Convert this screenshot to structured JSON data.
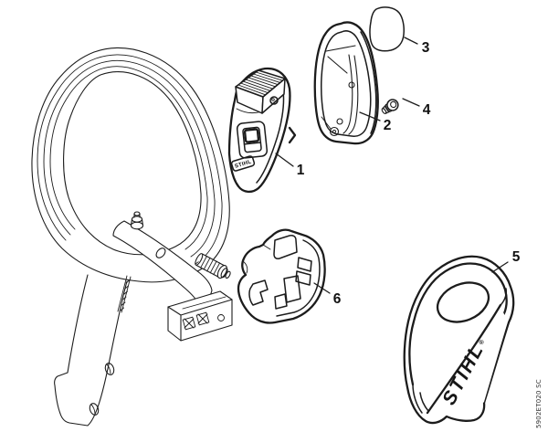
{
  "page": {
    "background": "#ffffff",
    "ink": "#1c1c1c"
  },
  "diagram": {
    "code": "5902ET020 SC",
    "part1_badge_text": "STIHL",
    "pouch_logo_text": "STIHL",
    "pouch_reg_mark": "®",
    "labels": [
      {
        "number": "1"
      },
      {
        "number": "2"
      },
      {
        "number": "3"
      },
      {
        "number": "4"
      },
      {
        "number": "5"
      },
      {
        "number": "6"
      }
    ]
  }
}
